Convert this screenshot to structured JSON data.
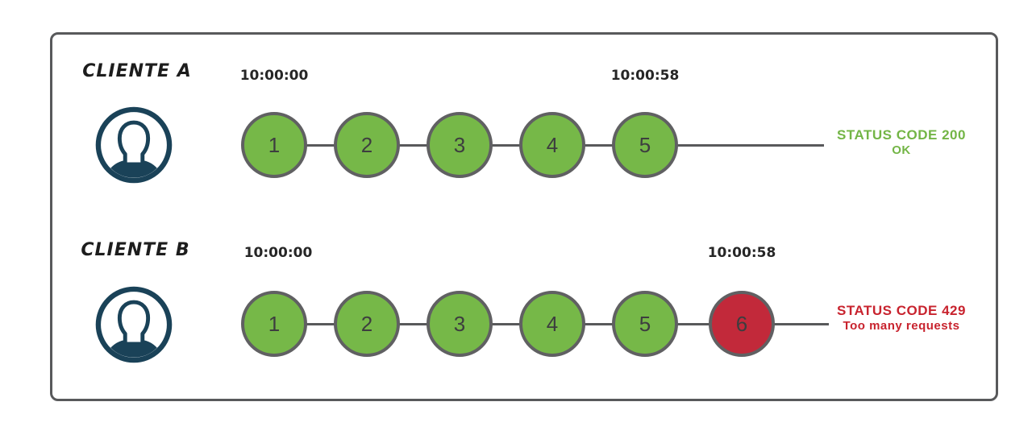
{
  "diagram": {
    "title": "rate-limit-clients-diagram",
    "colors": {
      "box_border": "#58595b",
      "circle_fill_ok": "#76b848",
      "circle_fill_blocked": "#c2293a",
      "circle_border": "#606062",
      "connector": "#58595b",
      "avatar_stroke": "#1a4258",
      "status_ok_text": "#73b546",
      "status_error_text": "#c8232e",
      "label_text": "#1d1d1d",
      "timestamp_text": "#262626",
      "number_text": "#3d3d3f"
    },
    "clients": [
      {
        "name": "CLIENTE A",
        "start_time": "10:00:00",
        "end_time": "10:00:58",
        "requests": [
          "1",
          "2",
          "3",
          "4",
          "5"
        ],
        "request_states": [
          "ok",
          "ok",
          "ok",
          "ok",
          "ok"
        ],
        "status_code_line": "STATUS CODE 200",
        "status_message": "OK",
        "status_kind": "ok"
      },
      {
        "name": "CLIENTE B",
        "start_time": "10:00:00",
        "end_time": "10:00:58",
        "requests": [
          "1",
          "2",
          "3",
          "4",
          "5",
          "6"
        ],
        "request_states": [
          "ok",
          "ok",
          "ok",
          "ok",
          "ok",
          "blocked"
        ],
        "status_code_line": "STATUS CODE 429",
        "status_message": "Too many requests",
        "status_kind": "error"
      }
    ]
  }
}
